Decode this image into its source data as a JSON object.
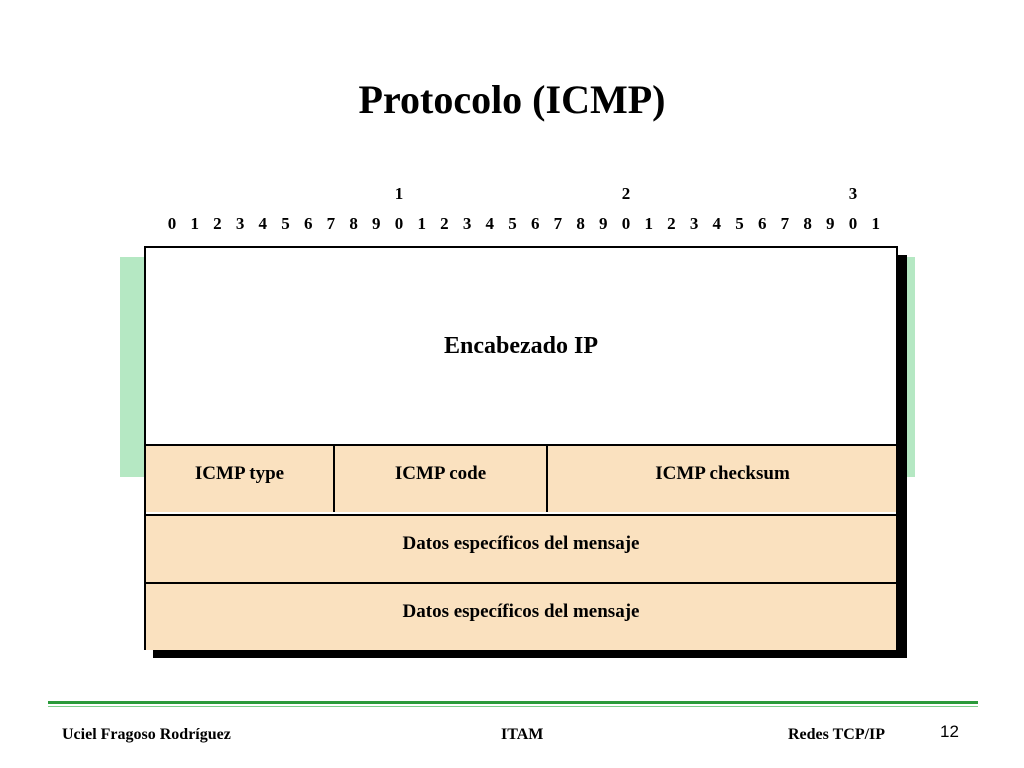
{
  "slide": {
    "title": "Protocolo (ICMP)",
    "bit_tens": [
      "1",
      "2",
      "3"
    ],
    "bit_units": [
      "0",
      "1",
      "2",
      "3",
      "4",
      "5",
      "6",
      "7",
      "8",
      "9",
      "0",
      "1",
      "2",
      "3",
      "4",
      "5",
      "6",
      "7",
      "8",
      "9",
      "0",
      "1",
      "2",
      "3",
      "4",
      "5",
      "6",
      "7",
      "8",
      "9",
      "0",
      "1"
    ]
  },
  "diagram": {
    "ip_header": "Encabezado IP",
    "icmp_type": "ICMP type",
    "icmp_code": "ICMP code",
    "icmp_checksum": "ICMP checksum",
    "data_row_1": "Datos específicos del mensaje",
    "data_row_2": "Datos específicos del mensaje",
    "colors": {
      "header_bg": "#ffffff",
      "icmp_bg": "#fae1bf",
      "backdrop": "#b5e8c3",
      "footer_line": "#2a9a3a"
    }
  },
  "footer": {
    "author": "Uciel Fragoso Rodríguez",
    "institution": "ITAM",
    "course": "Redes TCP/IP",
    "page_number": "12"
  }
}
